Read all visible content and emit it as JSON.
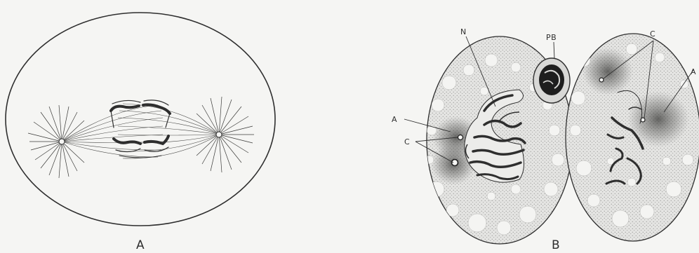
{
  "figure": {
    "panel_a": {
      "caption": "A"
    },
    "panel_b": {
      "caption": "B",
      "labels": {
        "n": "N",
        "pb": "PB",
        "a_left": "A",
        "c_left": "C",
        "c_right": "C",
        "a_right": "A"
      }
    }
  },
  "colors": {
    "background": "#f5f5f3",
    "ink": "#2e2e2e",
    "cell_fill": "#e3e3e1",
    "vacuole": "#f4f4f2",
    "centrosome_shade": "#8a8a88"
  }
}
